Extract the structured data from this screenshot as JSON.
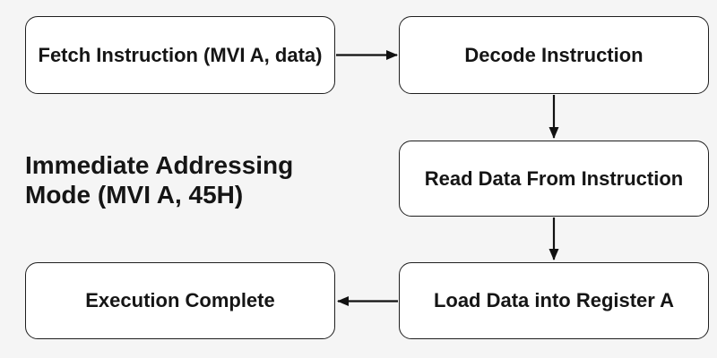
{
  "diagram": {
    "caption": {
      "line1": "Immediate Addressing",
      "line2": "Mode (MVI A, 45H)"
    },
    "nodes": [
      {
        "id": "fetch",
        "label": "Fetch Instruction (MVI A, data)"
      },
      {
        "id": "decode",
        "label": "Decode Instruction"
      },
      {
        "id": "read",
        "label": "Read Data From Instruction"
      },
      {
        "id": "load",
        "label": "Load Data into Register A"
      },
      {
        "id": "exec",
        "label": "Execution Complete"
      }
    ],
    "edges": [
      {
        "from": "fetch",
        "to": "decode"
      },
      {
        "from": "decode",
        "to": "read"
      },
      {
        "from": "read",
        "to": "load"
      },
      {
        "from": "load",
        "to": "exec"
      }
    ],
    "colors": {
      "background": "#f5f5f5",
      "node_fill": "#ffffff",
      "node_border": "#1f1f1f",
      "text": "#151515",
      "arrow": "#111111"
    }
  }
}
